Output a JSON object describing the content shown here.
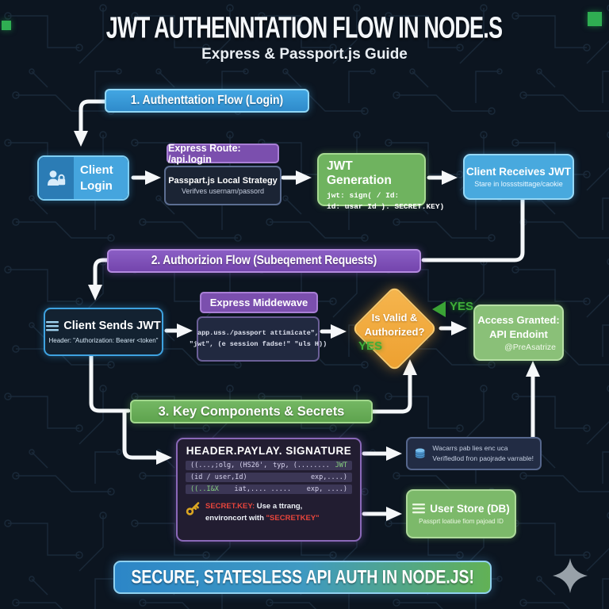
{
  "colors": {
    "background": "#0c1520",
    "accent_blue": "#3b9ad9",
    "accent_purple": "#7b4fae",
    "accent_green": "#6db05b",
    "diamond_orange": "#f2a93b",
    "yes_green": "#3fae39",
    "secret_red": "#e8453c",
    "key_gold": "#d9a21b",
    "code_green": "#87d17f"
  },
  "header": {
    "title": "JWT AUTHENNTATION FLOW IN NODE.S",
    "subtitle": "Express & Passport.js Guide"
  },
  "section1": {
    "banner": "1. Authenttation Flow (Login)",
    "client_login": {
      "line1": "Client",
      "line2": "Login"
    },
    "express_route_header": "Express Route: /api.login",
    "passport": {
      "title": "Passpart.js Local Strategy",
      "subtitle": "Verifves usernam/passord"
    },
    "jwt_generation": {
      "title": "JWT Generation",
      "code1": "jwt: sign( / Id:",
      "code2": "id: usar Id ). SECRET.KEY)"
    },
    "client_receives": {
      "title": "Client Receives JWT",
      "subtitle": "Stare in lossstsittage/caokie"
    }
  },
  "section2": {
    "banner": "2. Authorizion Flow (Subeqement Requests)",
    "client_sends": {
      "title": "Client Sends JWT",
      "subtitle": "Header: \"Authorization: Bearer <token\""
    },
    "middleware_header": "Express Middewave",
    "middleware_code": {
      "code1": "app.uss./passport attimicate\",",
      "code2": "\"jwt\", (e session  fadse!\" \"uls H))"
    },
    "decision": {
      "line1": "Is Valid &",
      "line2": "Authorized?"
    },
    "yes_left": "YES",
    "yes_right": "YES",
    "access_granted": {
      "line1": "Access Granted:",
      "line2": "API Endoint",
      "annotation": "@PreAsatrize"
    }
  },
  "section3": {
    "banner": "3. Key Components & Secrets",
    "jwt_structure": {
      "title": "HEADER.PAYLAY. SIGNATURE",
      "rows": [
        {
          "left": "((...,;olg, (HS26',",
          "mid": "typ, (........",
          "right": "JWT"
        },
        {
          "left": "(id /  user,Id)",
          "mid": "",
          "right": "exp,....)"
        },
        {
          "left": "((..I&X",
          "mid": "iat,.... .....",
          "right": "exp, ....)"
        }
      ],
      "secret_label": "SECRET.KEY:",
      "secret_line1": "Use a ttrang,",
      "secret_line2": "environcort with",
      "secret_quote": "\"SECRETKEY\""
    },
    "key_info": {
      "line1": "Wacarrs pab lies enc uca",
      "line2": "Verifledlod fron paojrade varrable!"
    },
    "user_store": {
      "title": "User Store (DB)",
      "subtitle": "Passprt loatiue fiom pajoad ID"
    }
  },
  "footer": {
    "banner": "SECURE, STATESLESS API AUTH IN NODE.JS!"
  }
}
